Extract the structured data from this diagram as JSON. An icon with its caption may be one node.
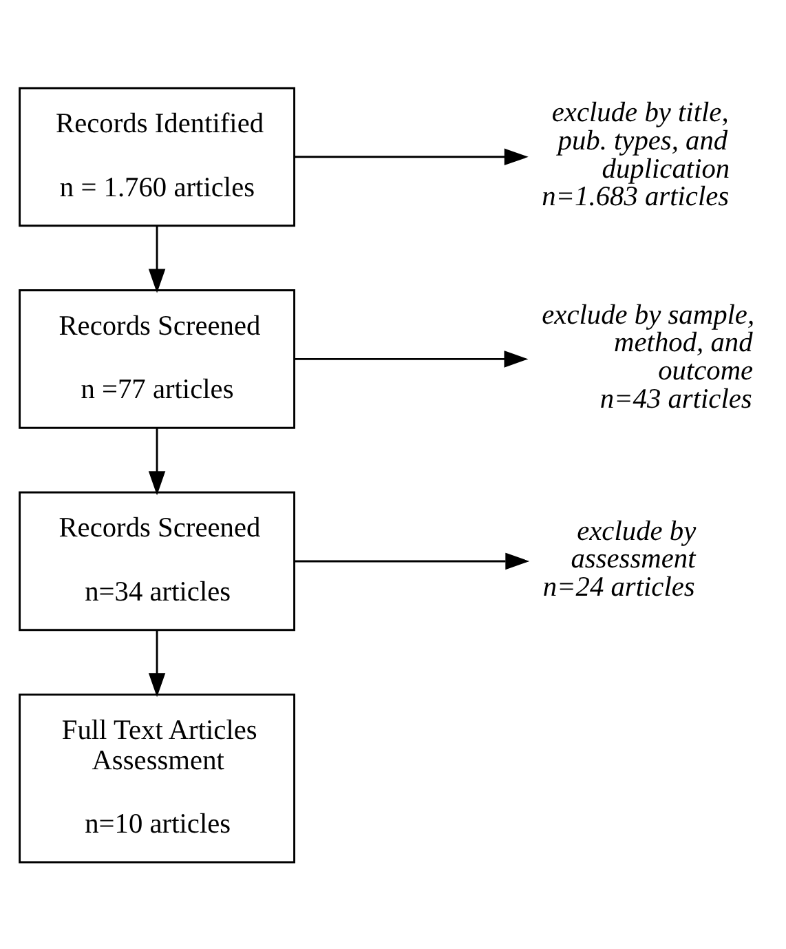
{
  "diagram": {
    "nodes": [
      {
        "text": [
          "Records Identified",
          "n = 1.760 articles"
        ]
      },
      {
        "text": [
          "exclude by title, pub. types, and duplication",
          "n=1.683 articles"
        ]
      },
      {
        "text": [
          "Records Screened",
          "n =77 articles"
        ]
      },
      {
        "text": [
          "exclude by sample, method, and outcome",
          "n=43 articles"
        ]
      },
      {
        "text": [
          "Records Screened",
          "n=34 articles"
        ]
      },
      {
        "text": [
          "exclude by assessment",
          "n=24 articles"
        ]
      },
      {
        "text": [
          "Full Text Articles Assessment",
          "n=10 articles"
        ]
      }
    ],
    "edges": [
      {
        "from": 0,
        "to": 2,
        "arrow": "to"
      },
      {
        "from": 0,
        "to": 1,
        "arrow": "to"
      },
      {
        "from": 2,
        "to": 4,
        "arrow": "to"
      },
      {
        "from": 2,
        "to": 3,
        "arrow": "to"
      },
      {
        "from": 4,
        "to": 6,
        "arrow": "to"
      },
      {
        "from": 4,
        "to": 5,
        "arrow": "to"
      }
    ]
  }
}
